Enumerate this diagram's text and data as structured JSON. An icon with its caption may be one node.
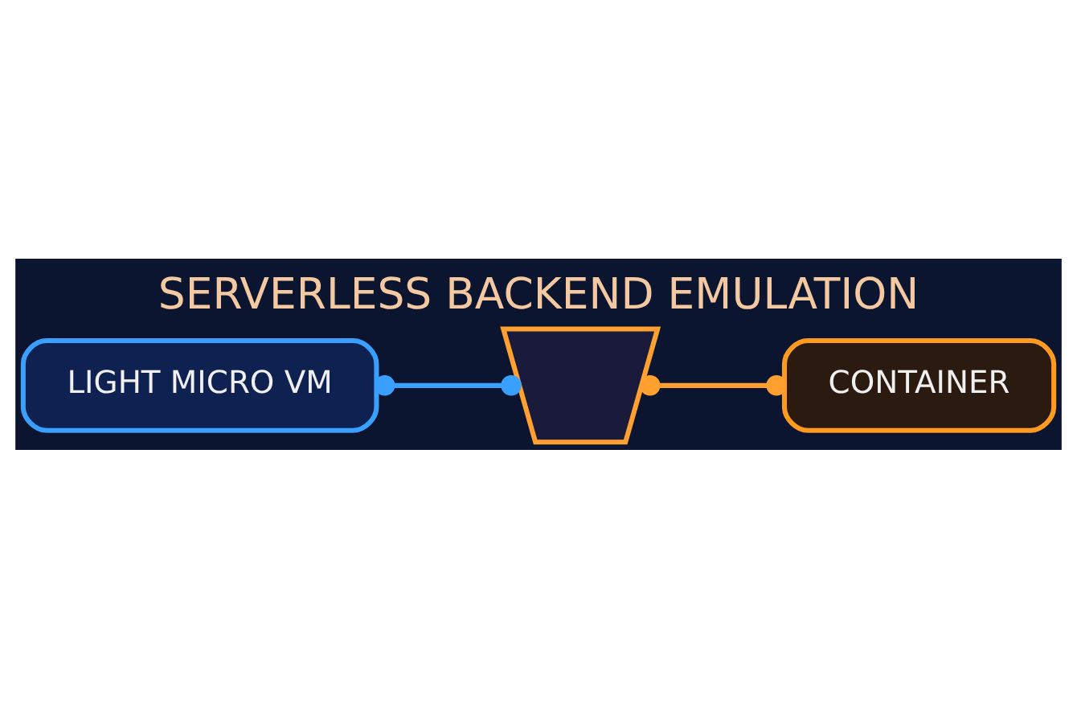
{
  "diagram": {
    "title": "SERVERLESS BACKEND EMULATION",
    "nodes": [
      {
        "text": [
          "LIGHT MICRO VM"
        ]
      },
      {
        "text": [],
        "shape": "picture"
      },
      {
        "text": [
          "CONTAINER"
        ]
      }
    ],
    "edges": [
      {
        "from": 0,
        "to": 1,
        "arrow": "other",
        "color": "#3aa0ff"
      },
      {
        "from": 1,
        "to": 2,
        "arrow": "other",
        "color": "#ffa030"
      }
    ]
  }
}
